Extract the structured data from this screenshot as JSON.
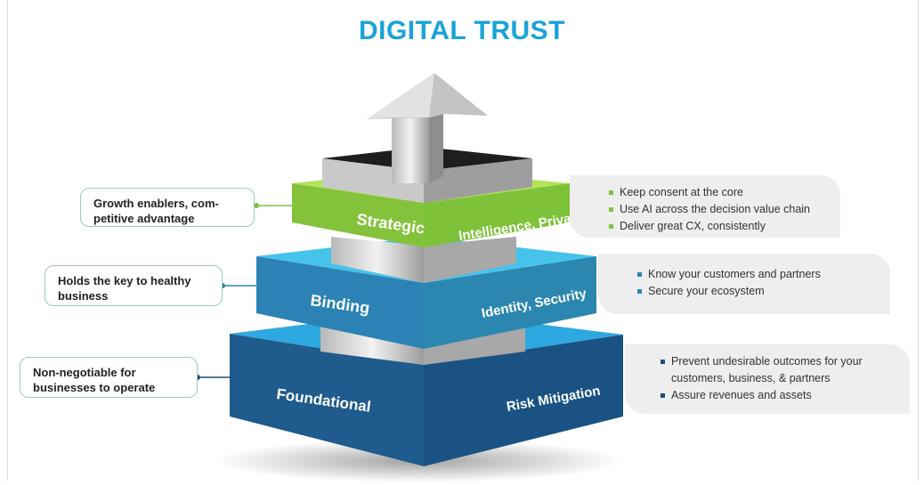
{
  "title": "DIGITAL TRUST",
  "colors": {
    "title": "#1aa3d9",
    "strategic": "#8cc63f",
    "binding": "#2a86b5",
    "foundational": "#1d4f7a"
  },
  "layers": [
    {
      "name": "Strategic",
      "pillar": "Intelligence, Privacy",
      "callout": "Growth enablers, com- petitive advantage",
      "bullets": [
        "Keep consent at the core",
        "Use AI across the decision value chain",
        "Deliver great CX, consistently"
      ]
    },
    {
      "name": "Binding",
      "pillar": "Identity, Security",
      "callout": "Holds the key to healthy business",
      "bullets": [
        "Know your customers and partners",
        "Secure your ecosystem"
      ]
    },
    {
      "name": "Foundational",
      "pillar": "Risk Mitigation",
      "callout": "Non-negotiable for businesses to operate",
      "bullets": [
        "Prevent undesirable outcomes for your customers, business, & partners",
        "Assure revenues and assets"
      ]
    }
  ]
}
